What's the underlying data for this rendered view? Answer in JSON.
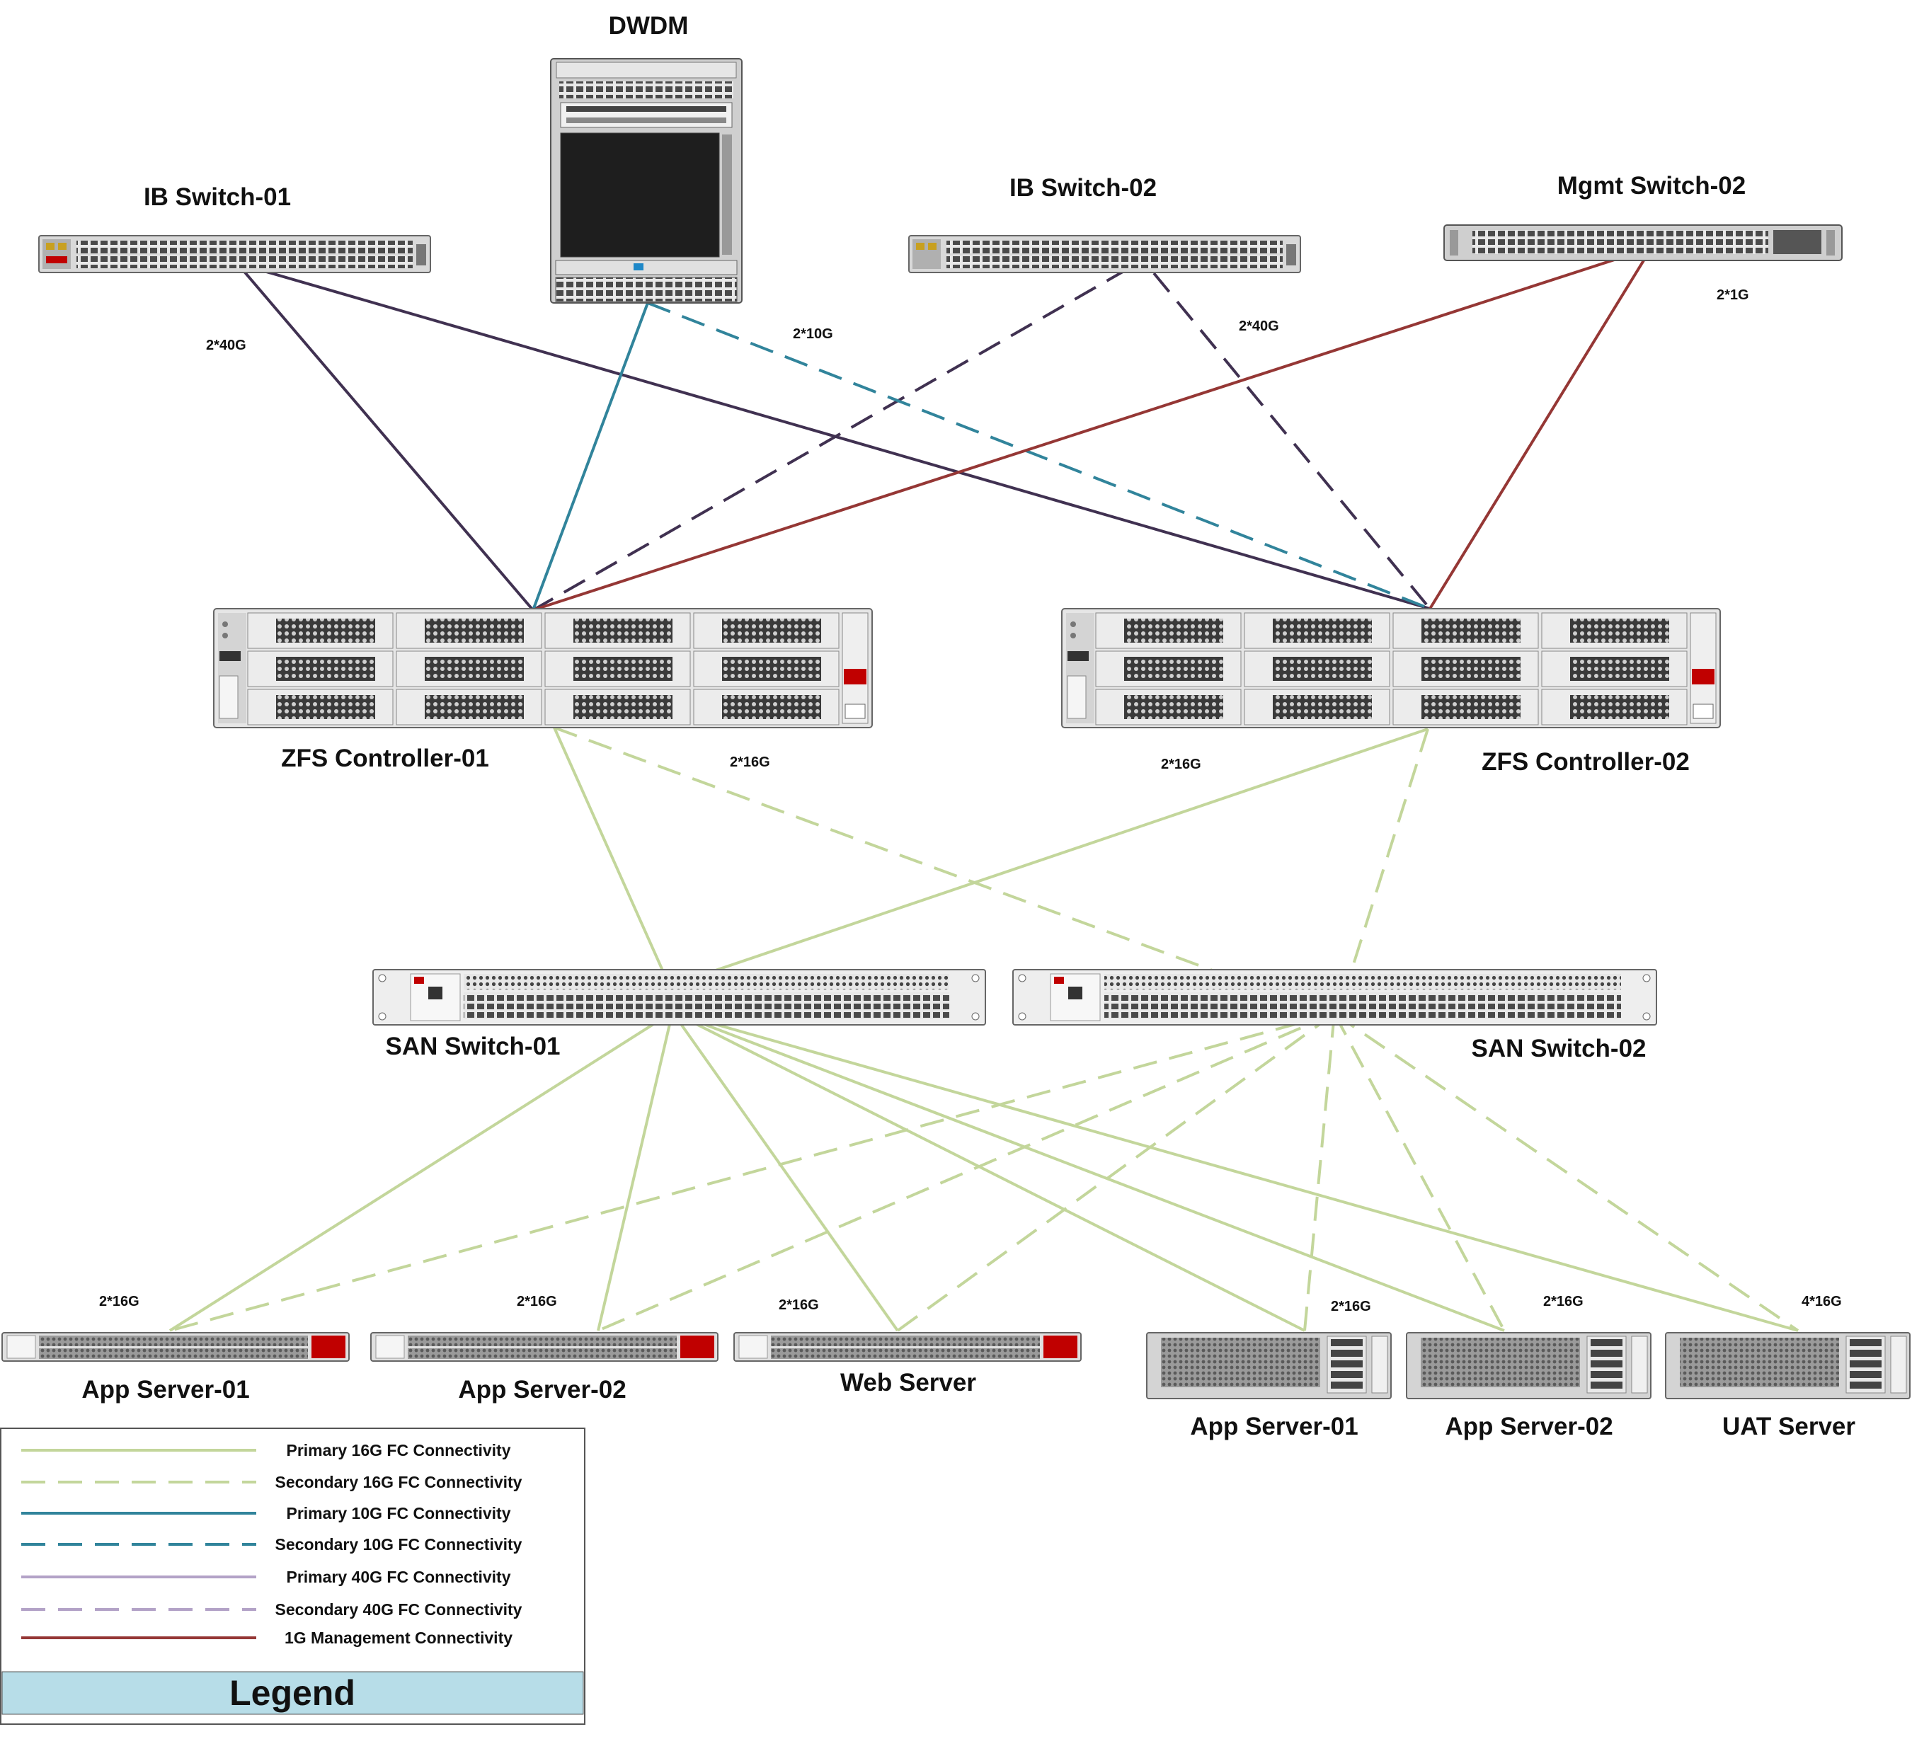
{
  "devices": {
    "dwdm": "DWDM",
    "ib_switch_01": "IB Switch-01",
    "ib_switch_02": "IB Switch-02",
    "mgmt_switch_02": "Mgmt Switch-02",
    "zfs_controller_01": "ZFS Controller-01",
    "zfs_controller_02": "ZFS Controller-02",
    "san_switch_01": "SAN Switch-01",
    "san_switch_02": "SAN Switch-02",
    "app_server_01_a": "App Server-01",
    "app_server_02_a": "App Server-02",
    "web_server": "Web Server",
    "app_server_01_b": "App Server-01",
    "app_server_02_b": "App Server-02",
    "uat_server": "UAT Server"
  },
  "link_labels": {
    "ib1_40g": "2*40G",
    "dwdm_10g": "2*10G",
    "ib2_40g": "2*40G",
    "mgmt_1g": "2*1G",
    "zfs1_16g": "2*16G",
    "zfs2_16g": "2*16G",
    "app1a_16g": "2*16G",
    "app2a_16g": "2*16G",
    "web_16g": "2*16G",
    "app1b_16g": "2*16G",
    "app2b_16g": "2*16G",
    "uat_16g": "4*16G"
  },
  "legend": {
    "title": "Legend",
    "items": [
      {
        "label": "Primary 16G FC Connectivity",
        "color": "#c3d69b",
        "style": "solid"
      },
      {
        "label": "Secondary 16G FC Connectivity",
        "color": "#c3d69b",
        "style": "dashed"
      },
      {
        "label": "Primary 10G FC Connectivity",
        "color": "#31849b",
        "style": "solid"
      },
      {
        "label": "Secondary 10G FC Connectivity",
        "color": "#31849b",
        "style": "dashed"
      },
      {
        "label": "Primary 40G FC Connectivity",
        "color": "#b3a2c7",
        "style": "solid"
      },
      {
        "label": "Secondary 40G FC Connectivity",
        "color": "#b3a2c7",
        "style": "dashed"
      },
      {
        "label": "1G Management Connectivity",
        "color": "#953735",
        "style": "solid"
      }
    ],
    "title_bg": "#b7dde8"
  },
  "colors": {
    "fc16": "#c3d69b",
    "fc10": "#31849b",
    "fc40": "#403151",
    "mgmt": "#953735"
  }
}
